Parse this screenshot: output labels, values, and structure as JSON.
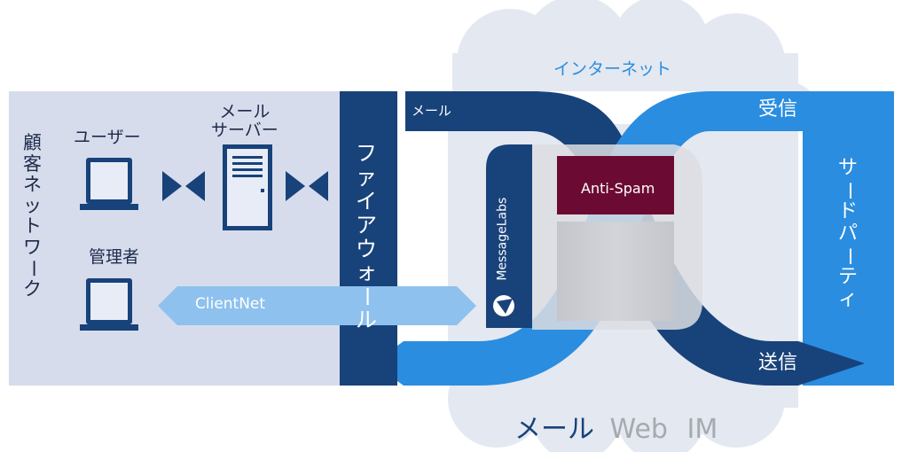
{
  "internet_label": "インターネット",
  "customer_network_label": [
    "顧",
    "客",
    "ネ",
    "ッ",
    "ト",
    "ワ",
    "ー",
    "ク"
  ],
  "user_label": "ユーザー",
  "mail_server_label": [
    "メール",
    "サーバー"
  ],
  "admin_label": "管理者",
  "clientnet_label": "ClientNet",
  "firewall_label": [
    "フ",
    "ァ",
    "イ",
    "ア",
    "ウ",
    "ォ",
    "ー",
    "ル"
  ],
  "mail_tab_label": "メール",
  "messagelabs_label": "MessageLabs",
  "antispam_label": "Anti-Spam",
  "receive_label": "受信",
  "send_label": "送信",
  "third_party_label": [
    "サ",
    "ー",
    "ド",
    "パ",
    "ー",
    "テ",
    "ィ"
  ],
  "services": {
    "mail": "メール",
    "web": "Web",
    "im": "IM"
  },
  "colors": {
    "customer_bg": "#d7dcec",
    "dark_navy": "#18427a",
    "bright_blue": "#2a8de0",
    "light_blue": "#8ec1ee",
    "cloud": "#e4e8f1",
    "anti_spam": "#6b0b33",
    "service_web_im": "#a6a9ae"
  }
}
